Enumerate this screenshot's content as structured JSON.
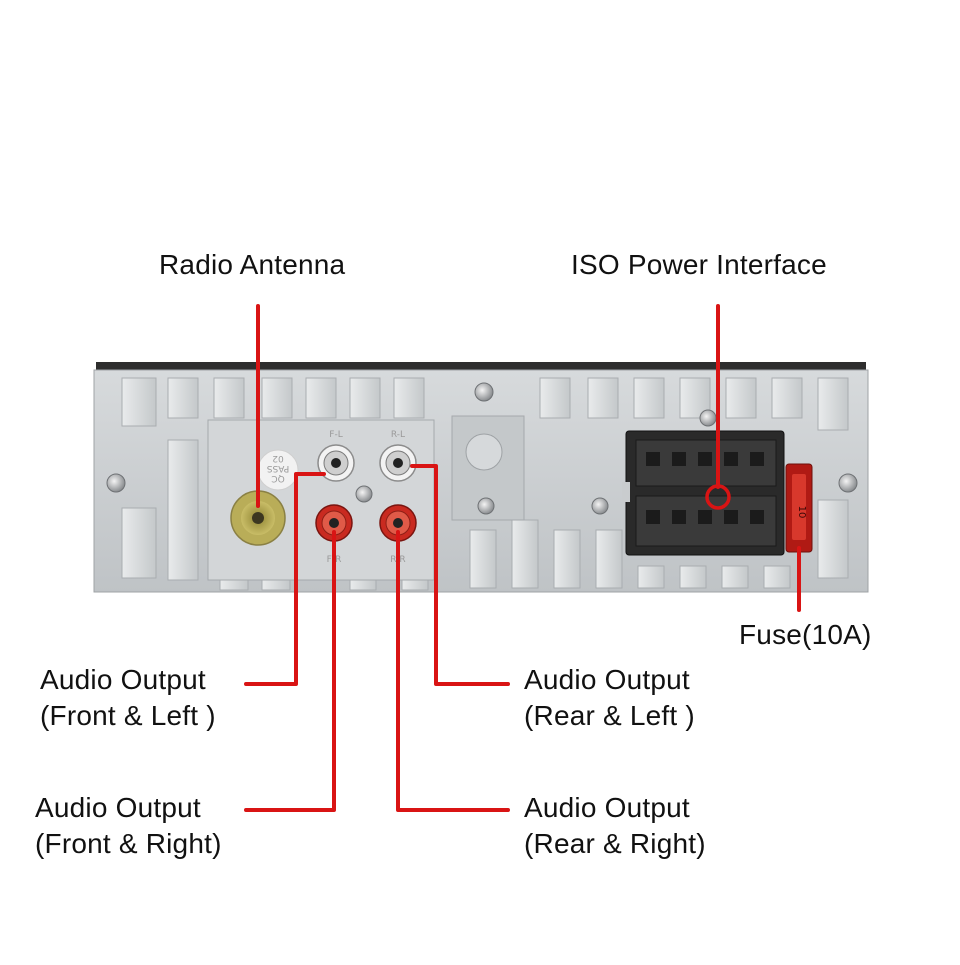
{
  "labels": {
    "radio_antenna": "Radio Antenna",
    "iso_power": "ISO Power Interface",
    "fuse": "Fuse(10A)",
    "front_left": {
      "line1": "Audio Output",
      "line2": "(Front & Left )"
    },
    "front_right": {
      "line1": "Audio Output",
      "line2": "(Front & Right)"
    },
    "rear_left": {
      "line1": "Audio Output",
      "line2": "(Rear & Left )"
    },
    "rear_right": {
      "line1": "Audio Output",
      "line2": "(Rear & Right)"
    }
  },
  "panel_markings": {
    "jack_fl": "F-L",
    "jack_rl": "R-L",
    "jack_fr": "F-R",
    "jack_rr": "R-R",
    "qc_line1": "QC",
    "qc_line2": "PASS",
    "qc_line3": "02",
    "fuse_text": "10"
  },
  "colors": {
    "leader_line": "#d91414",
    "panel": "#c9ccce",
    "connector": "#2a2a2a"
  }
}
